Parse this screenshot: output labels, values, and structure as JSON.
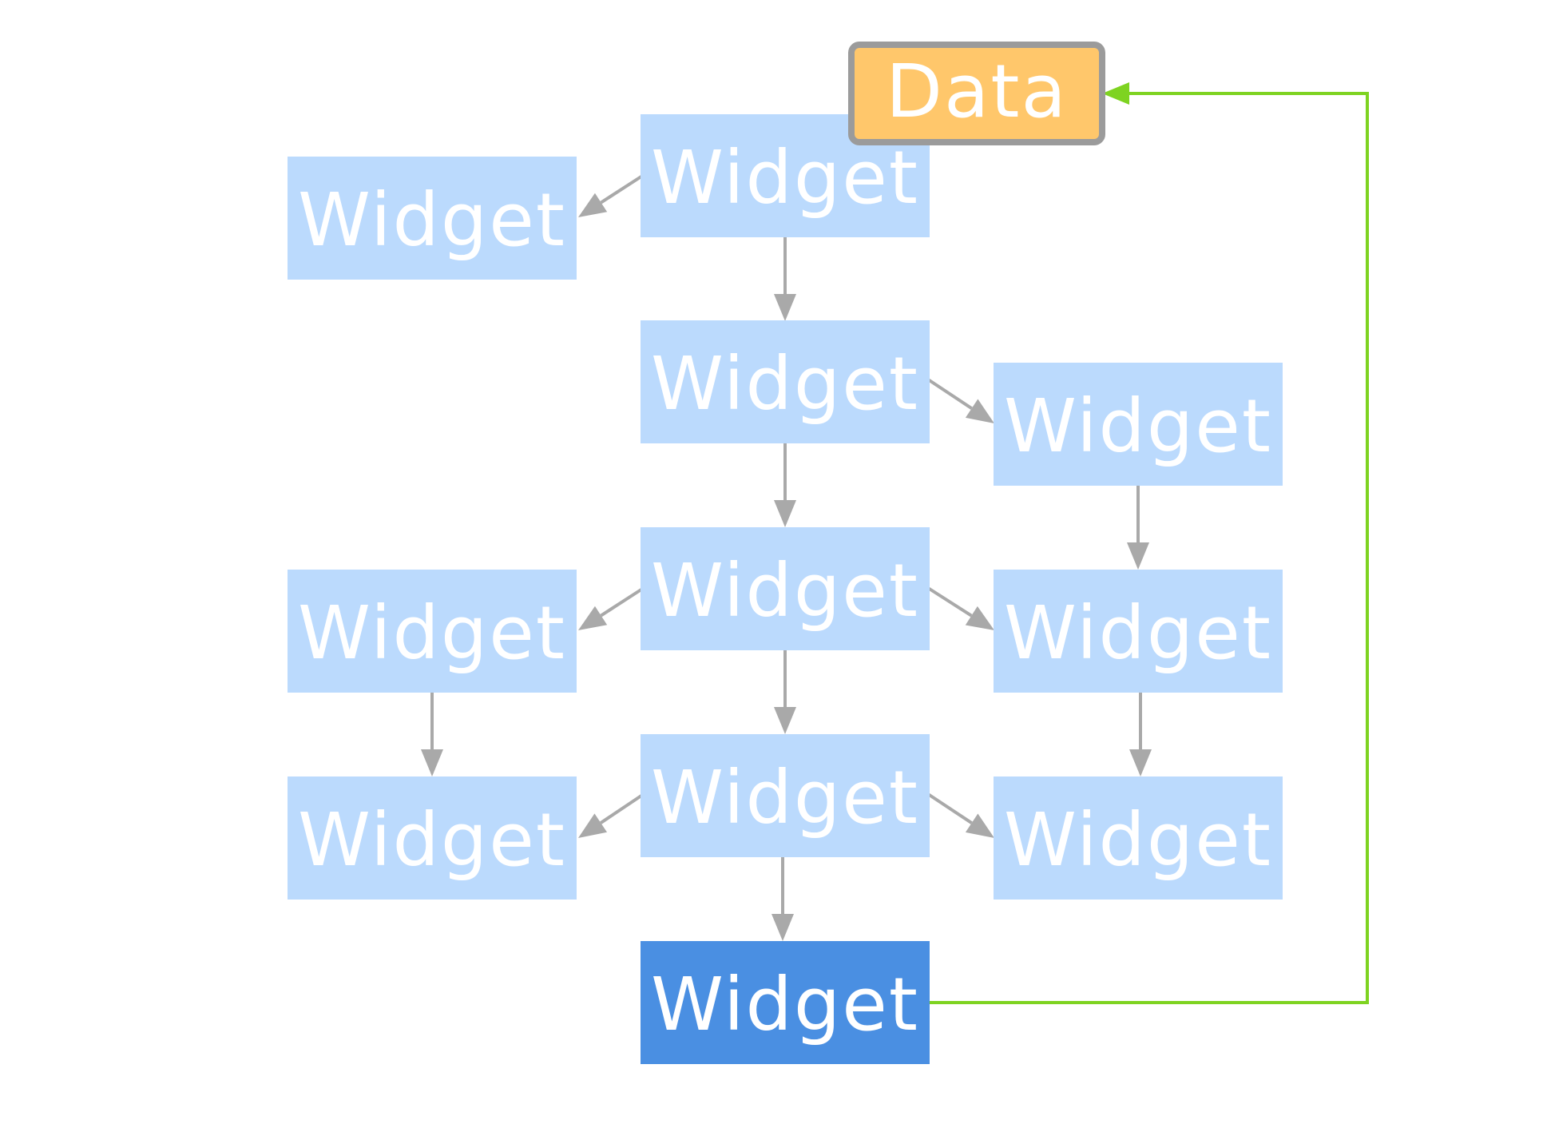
{
  "diagram": {
    "colors": {
      "widget": "#bbdafd",
      "widget_active": "#4a8fe2",
      "data_fill": "#ffc76b",
      "data_border": "#9b9b9b",
      "edge": "#a9a9a9",
      "feedback_edge": "#7ed321",
      "label": "#ffffff"
    },
    "nodes": [
      {
        "id": "data",
        "label": "Data",
        "kind": "data"
      },
      {
        "id": "w-top",
        "label": "Widget",
        "kind": "widget"
      },
      {
        "id": "w-top-left",
        "label": "Widget",
        "kind": "widget"
      },
      {
        "id": "w-row2-center",
        "label": "Widget",
        "kind": "widget"
      },
      {
        "id": "w-row2-right",
        "label": "Widget",
        "kind": "widget"
      },
      {
        "id": "w-row3-left",
        "label": "Widget",
        "kind": "widget"
      },
      {
        "id": "w-row3-center",
        "label": "Widget",
        "kind": "widget"
      },
      {
        "id": "w-row3-right",
        "label": "Widget",
        "kind": "widget"
      },
      {
        "id": "w-row4-left",
        "label": "Widget",
        "kind": "widget"
      },
      {
        "id": "w-row4-center",
        "label": "Widget",
        "kind": "widget"
      },
      {
        "id": "w-row4-right",
        "label": "Widget",
        "kind": "widget"
      },
      {
        "id": "w-bottom",
        "label": "Widget",
        "kind": "widget-active"
      }
    ],
    "edges": [
      {
        "from": "w-top",
        "to": "w-top-left"
      },
      {
        "from": "w-top",
        "to": "w-row2-center"
      },
      {
        "from": "w-row2-center",
        "to": "w-row2-right"
      },
      {
        "from": "w-row2-center",
        "to": "w-row3-center"
      },
      {
        "from": "w-row2-right",
        "to": "w-row3-right"
      },
      {
        "from": "w-row3-center",
        "to": "w-row3-left"
      },
      {
        "from": "w-row3-center",
        "to": "w-row3-right"
      },
      {
        "from": "w-row3-center",
        "to": "w-row4-center"
      },
      {
        "from": "w-row3-left",
        "to": "w-row4-left"
      },
      {
        "from": "w-row3-right",
        "to": "w-row4-right"
      },
      {
        "from": "w-row4-center",
        "to": "w-row4-left"
      },
      {
        "from": "w-row4-center",
        "to": "w-row4-right"
      },
      {
        "from": "w-row4-center",
        "to": "w-bottom"
      },
      {
        "from": "w-bottom",
        "to": "data",
        "kind": "feedback"
      }
    ]
  }
}
